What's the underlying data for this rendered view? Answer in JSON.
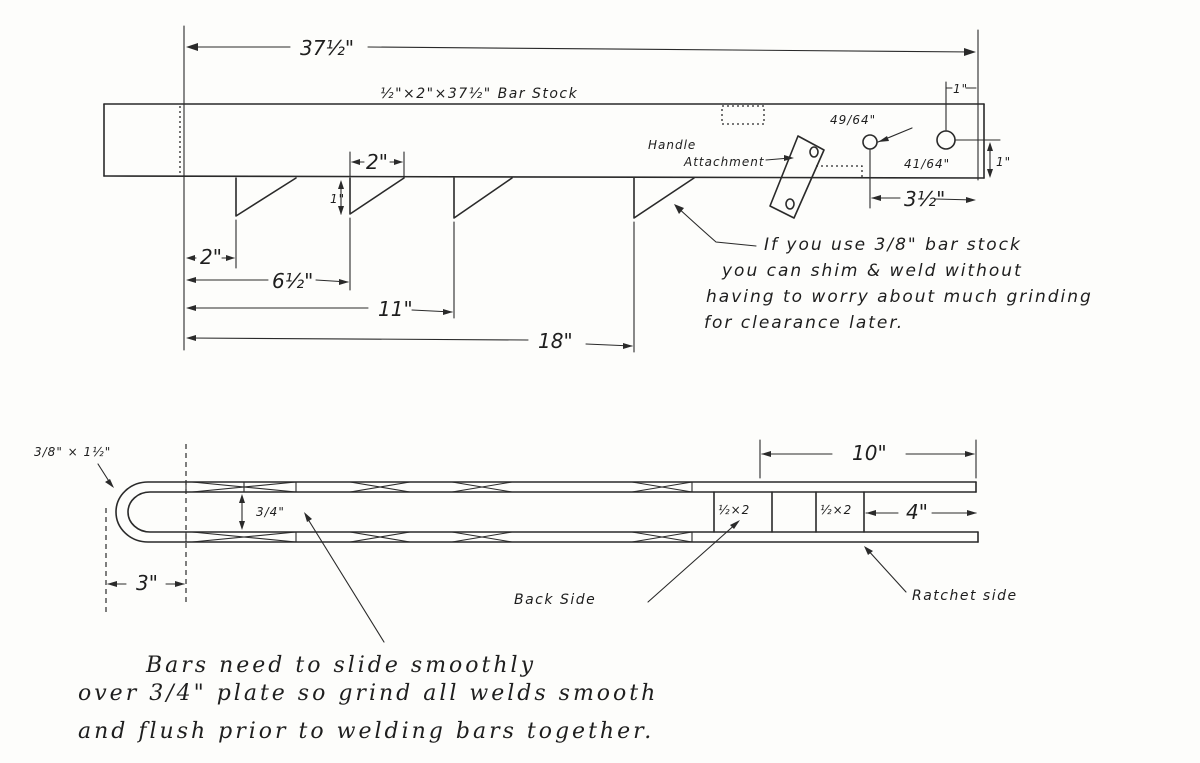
{
  "top_view": {
    "overall_length": "37½\"",
    "bar_stock_label": "½\"×2\"×37½\" Bar Stock",
    "dim_2_bracket": "2\"",
    "dim_1_bracket": "1\"",
    "dim_2_offset": "2\"",
    "dim_6_5": "6½\"",
    "dim_11": "11\"",
    "dim_18": "18\"",
    "handle_label_line1": "Handle",
    "handle_label_line2": "Attachment",
    "hole_1": "49/64\"",
    "hole_2": "41/64\"",
    "dim_1_end": "1\"",
    "dim_1_height": "1\"",
    "dim_3_5": "3½\"",
    "note_line1": "If you use 3/8\" bar stock",
    "note_line2": "you can shim & weld without",
    "note_line3": "having to worry about much grinding",
    "note_line4": "for clearance later."
  },
  "bottom_view": {
    "bar_size": "3/8\" × 1½\"",
    "dim_10": "10\"",
    "dim_3_4": "3/4\"",
    "spacer_1": "½×2",
    "spacer_2": "½×2",
    "dim_4": "4\"",
    "dim_3": "3\"",
    "back_side": "Back Side",
    "ratchet_side": "Ratchet side"
  },
  "footer_note": {
    "line1": "Bars need to slide smoothly",
    "line2": "over 3/4\" plate so grind all welds smooth",
    "line3": "and flush prior to welding bars together."
  }
}
